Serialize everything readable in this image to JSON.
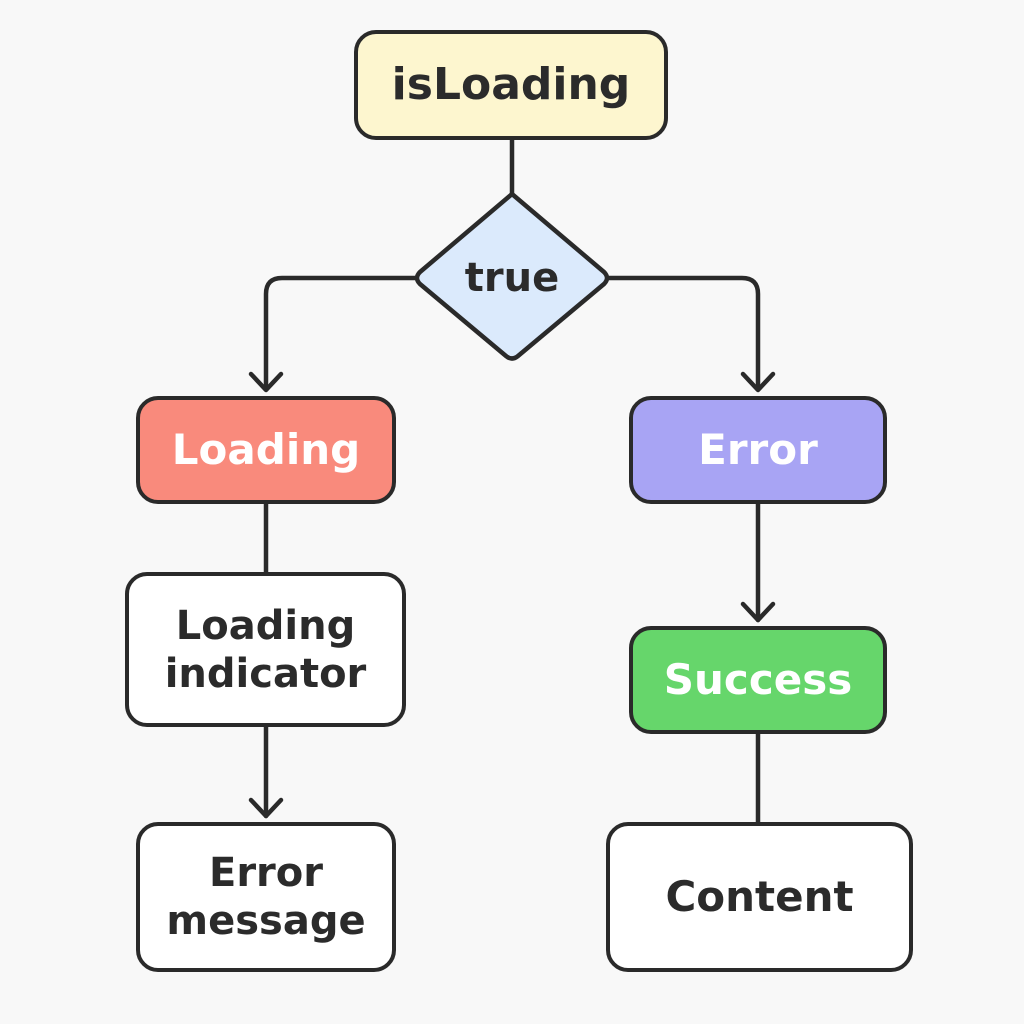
{
  "nodes": {
    "is_loading": "isLoading",
    "decision": "true",
    "loading": "Loading",
    "error": "Error",
    "loading_indicator": [
      "Loading",
      "indicator"
    ],
    "success": "Success",
    "error_message": [
      "Error",
      "message"
    ],
    "content": "Content"
  },
  "colors": {
    "is_loading_fill": "#fdf6cf",
    "decision_fill": "#dbeafc",
    "loading_fill": "#f98a7c",
    "error_fill": "#a8a4f4",
    "success_fill": "#66d66b",
    "plain_fill": "#ffffff",
    "stroke": "#2a2a2a",
    "background": "#f8f8f8"
  },
  "edges": [
    {
      "from": "isLoading",
      "to": "true",
      "arrow": false
    },
    {
      "from": "true",
      "to": "Loading",
      "arrow": true
    },
    {
      "from": "true",
      "to": "Error",
      "arrow": true
    },
    {
      "from": "Loading",
      "to": "Loading indicator",
      "arrow": false
    },
    {
      "from": "Loading indicator",
      "to": "Error message",
      "arrow": true
    },
    {
      "from": "Error",
      "to": "Success",
      "arrow": true
    },
    {
      "from": "Success",
      "to": "Content",
      "arrow": false
    }
  ]
}
